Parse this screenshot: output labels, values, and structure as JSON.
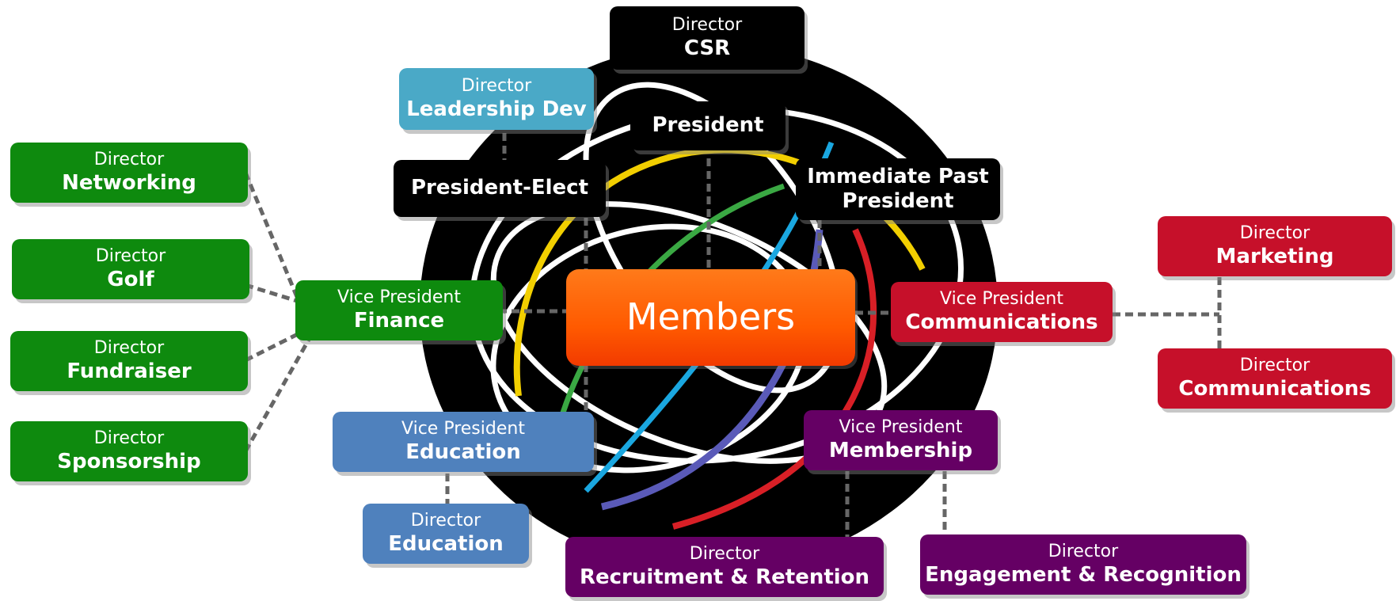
{
  "center": {
    "label": "Members"
  },
  "nodes": {
    "director_csr": {
      "role": "Director",
      "area": "CSR",
      "color": "#000000"
    },
    "president": {
      "area": "President",
      "color": "#000000"
    },
    "president_elect": {
      "area": "President-Elect",
      "color": "#000000"
    },
    "immediate_past_president": {
      "line1": "Immediate Past",
      "line2": "President",
      "color": "#000000"
    },
    "director_leadership_dev": {
      "role": "Director",
      "area": "Leadership Dev",
      "color": "#4aa9c7"
    },
    "director_networking": {
      "role": "Director",
      "area": "Networking",
      "color": "#0e8a0e"
    },
    "director_golf": {
      "role": "Director",
      "area": "Golf",
      "color": "#0e8a0e"
    },
    "director_fundraiser": {
      "role": "Director",
      "area": "Fundraiser",
      "color": "#0e8a0e"
    },
    "director_sponsorship": {
      "role": "Director",
      "area": "Sponsorship",
      "color": "#0e8a0e"
    },
    "vp_finance": {
      "role": "Vice President",
      "area": "Finance",
      "color": "#0e8a0e"
    },
    "vp_education": {
      "role": "Vice President",
      "area": "Education",
      "color": "#4f81bd"
    },
    "director_education": {
      "role": "Director",
      "area": "Education",
      "color": "#4f81bd"
    },
    "vp_communications": {
      "role": "Vice President",
      "area": "Communications",
      "color": "#c6102a"
    },
    "director_marketing": {
      "role": "Director",
      "area": "Marketing",
      "color": "#c6102a"
    },
    "director_communications": {
      "role": "Director",
      "area": "Communications",
      "color": "#c6102a"
    },
    "vp_membership": {
      "role": "Vice President",
      "area": "Membership",
      "color": "#650064"
    },
    "director_recruitment": {
      "role": "Director",
      "area": "Recruitment & Retention",
      "color": "#650064"
    },
    "director_engagement": {
      "role": "Director",
      "area": "Engagement & Recognition",
      "color": "#650064"
    }
  },
  "globe": {
    "ring_colors": [
      "#ffffff",
      "#f2cf00",
      "#3aa843",
      "#1aa7e0",
      "#5a5ab8",
      "#d81f26"
    ]
  }
}
